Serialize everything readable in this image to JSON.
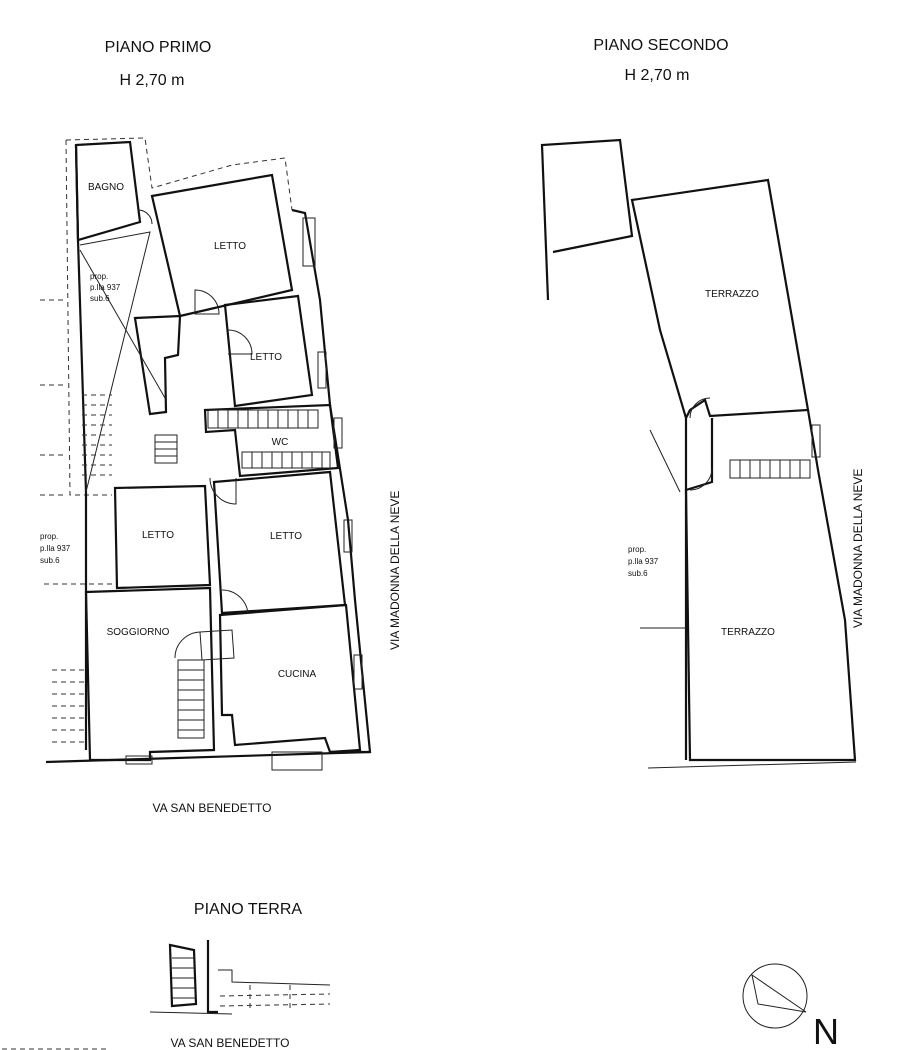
{
  "floors": {
    "primo": {
      "title": "PIANO PRIMO",
      "height": "H 2,70 m"
    },
    "secondo": {
      "title": "PIANO SECONDO",
      "height": "H 2,70 m"
    },
    "terra": {
      "title": "PIANO TERRA"
    }
  },
  "rooms_primo": {
    "bagno": "BAGNO",
    "letto_1": "LETTO",
    "letto_2": "LETTO",
    "wc": "WC",
    "letto_3": "LETTO",
    "letto_4": "LETTO",
    "soggiorno": "SOGGIORNO",
    "cucina": "CUCINA"
  },
  "rooms_secondo": {
    "terrazzo_1": "TERRAZZO",
    "terrazzo_2": "TERRAZZO"
  },
  "notes": {
    "prop_line1": "prop.",
    "prop_line2": "p.lla 937",
    "prop_line3": "sub.6"
  },
  "streets": {
    "via_madonna": "VIA MADONNA DELLA NEVE",
    "san_benedetto_primo": "VA SAN BENEDETTO",
    "san_benedetto_terra": "VA SAN BENEDETTO"
  },
  "compass": {
    "label": "N"
  }
}
